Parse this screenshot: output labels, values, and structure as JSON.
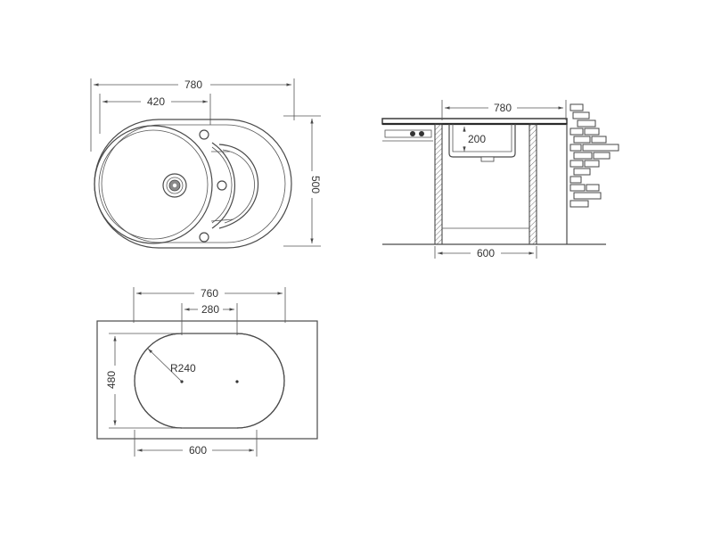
{
  "top_view": {
    "overall_width": "780",
    "bowl_width": "420",
    "overall_depth": "500"
  },
  "side_view": {
    "overall_width": "780",
    "bowl_depth": "200",
    "cabinet_width": "600"
  },
  "cutout_view": {
    "overall_width": "760",
    "straight_length": "280",
    "depth": "480",
    "radius": "R240",
    "bottom_width": "600"
  },
  "colors": {
    "line": "#4a4a4a",
    "text": "#333333",
    "hatch": "#777777"
  }
}
